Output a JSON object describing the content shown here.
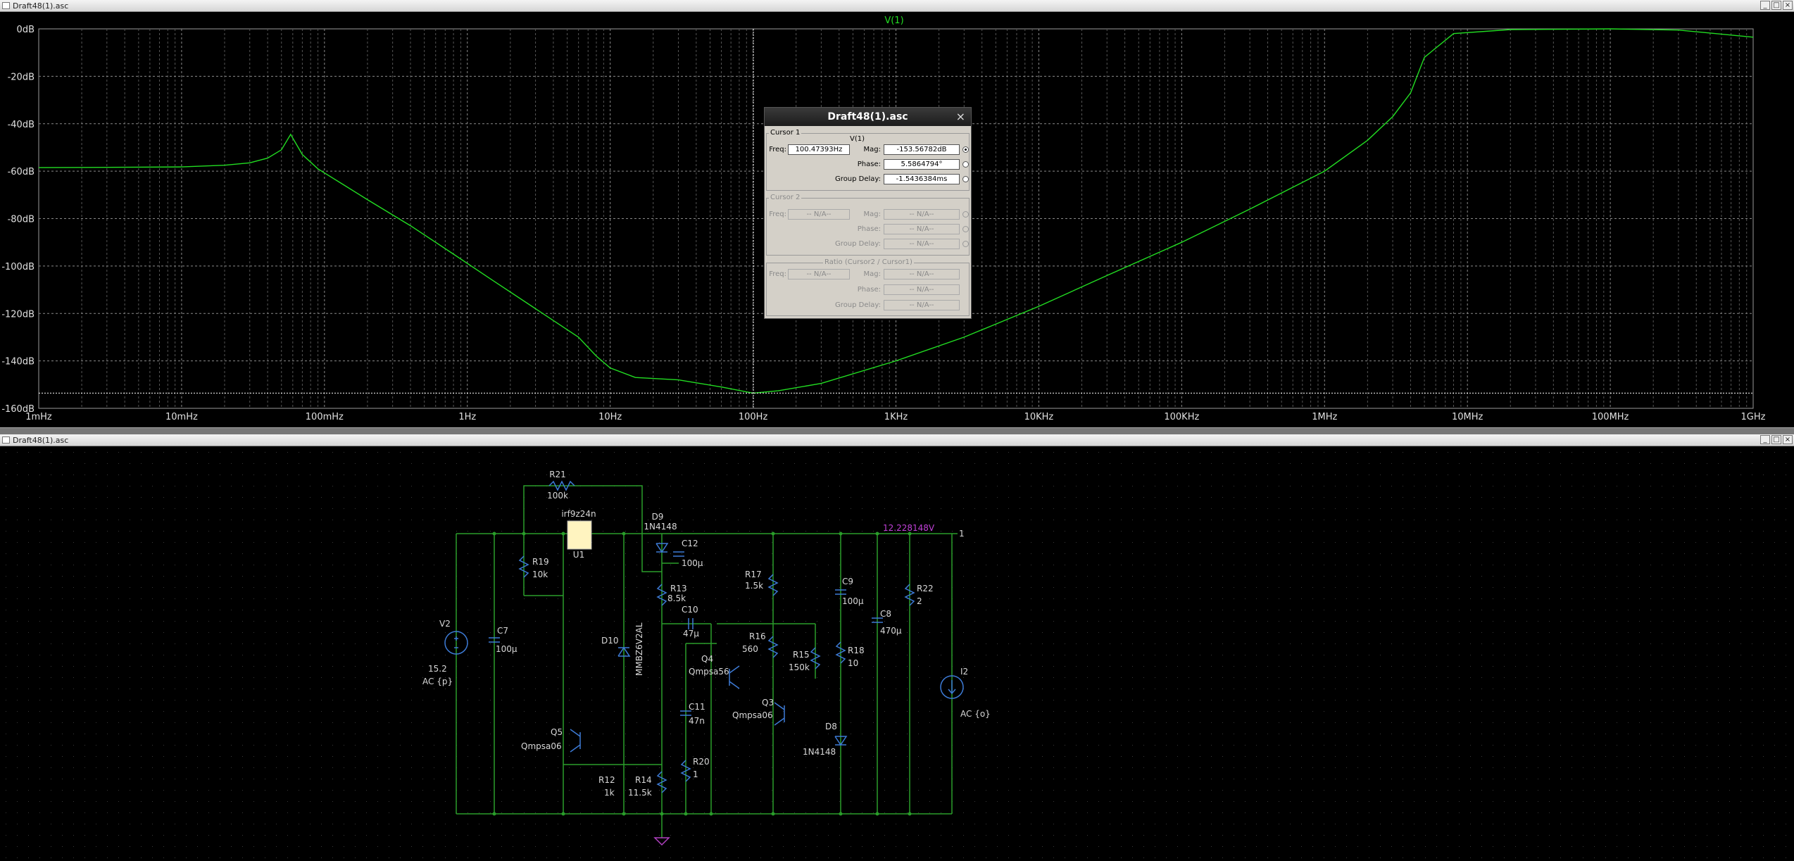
{
  "plot_window": {
    "title": "Draft48(1).asc",
    "buttons": [
      "_",
      "□",
      "×"
    ],
    "trace_label": "V(1)"
  },
  "schematic_window": {
    "title": "Draft48(1).asc",
    "buttons": [
      "_",
      "□",
      "×"
    ]
  },
  "chart_data": {
    "type": "line",
    "x_scale": "log",
    "x_ticks": [
      "1mHz",
      "10mHz",
      "100mHz",
      "1Hz",
      "10Hz",
      "100Hz",
      "1KHz",
      "10KHz",
      "100KHz",
      "1MHz",
      "10MHz",
      "100MHz",
      "1GHz"
    ],
    "y_ticks": [
      "0dB",
      "-20dB",
      "-40dB",
      "-60dB",
      "-80dB",
      "-100dB",
      "-120dB",
      "-140dB",
      "-160dB"
    ],
    "xlim_hz": [
      0.001,
      1000000000
    ],
    "ylim_db": [
      -160,
      0
    ],
    "grid": true,
    "cursor": {
      "freq_hz": 100.47393,
      "mag_db": -153.56782
    },
    "series": [
      {
        "name": "V(1)",
        "color": "#22dd22",
        "x_hz": [
          0.001,
          0.003,
          0.01,
          0.02,
          0.03,
          0.04,
          0.05,
          0.058,
          0.07,
          0.09,
          0.13,
          0.2,
          0.4,
          0.8,
          1.5,
          3,
          6,
          8,
          10,
          15,
          30,
          60,
          100,
          150,
          300,
          1000,
          3000,
          10000,
          30000,
          100000,
          300000,
          1000000,
          2000000,
          3000000,
          4000000,
          5000000,
          8000000,
          20000000,
          100000000,
          300000000,
          1000000000
        ],
        "y_db": [
          -58.5,
          -58.4,
          -58.2,
          -57.5,
          -56.5,
          -54.5,
          -51,
          -44.5,
          -53,
          -59,
          -65,
          -72,
          -83,
          -95,
          -106,
          -118,
          -130,
          -138,
          -143,
          -147,
          -148,
          -151,
          -153.6,
          -152.6,
          -149.5,
          -140,
          -130,
          -117,
          -104,
          -90,
          -76,
          -60,
          -47,
          -37,
          -27,
          -12,
          -2,
          -0.3,
          0,
          -0.5,
          -3.5
        ]
      }
    ]
  },
  "cursor_dialog": {
    "title": "Draft48(1).asc",
    "close": "×",
    "cursor1": {
      "label": "Cursor 1",
      "trace": "V(1)",
      "freq_label": "Freq:",
      "freq": "100.47393Hz",
      "mag_label": "Mag:",
      "mag": "-153.56782dB",
      "phase_label": "Phase:",
      "phase": "5.5864794°",
      "delay_label": "Group Delay:",
      "delay": "-1.5436384ms"
    },
    "cursor2": {
      "label": "Cursor 2",
      "freq_label": "Freq:",
      "freq": "-- N/A--",
      "mag_label": "Mag:",
      "mag": "-- N/A--",
      "phase_label": "Phase:",
      "phase": "-- N/A--",
      "delay_label": "Group Delay:",
      "delay": "-- N/A--"
    },
    "ratio": {
      "label": "Ratio (Cursor2 / Cursor1)",
      "freq_label": "Freq:",
      "freq": "-- N/A--",
      "mag_label": "Mag:",
      "mag": "-- N/A--",
      "phase_label": "Phase:",
      "phase": "-- N/A--",
      "delay_label": "Group Delay:",
      "delay": "-- N/A--"
    }
  },
  "schematic": {
    "R21": "R21",
    "R21_val": "100k",
    "U1_model": "irf9z24n",
    "U1": "U1",
    "D9": "D9",
    "D9_model": "1N4148",
    "C12": "C12",
    "C12_val": "100µ",
    "R19": "R19",
    "R19_val": "10k",
    "R13": "R13",
    "R13_val": "8.5k",
    "C10": "C10",
    "C10_val": "47µ",
    "D10": "D10",
    "D10_model": "MMBZ6V2AL",
    "R17": "R17",
    "R17_val": "1.5k",
    "C9": "C9",
    "C9_val": "100µ",
    "R22": "R22",
    "R22_val": "2",
    "C8": "C8",
    "C8_val": "470µ",
    "net_voltage": "12.228148V",
    "net_name": "1",
    "V2": "V2",
    "V2_val": "15.2",
    "V2_ac": "AC {p}",
    "C7": "C7",
    "C7_val": "100µ",
    "R16": "R16",
    "R16_val": "560",
    "Q4": "Q4",
    "Q4_model": "Qmpsa56",
    "R15": "R15",
    "R15_val": "150k",
    "R18": "R18",
    "R18_val": "10",
    "Q3": "Q3",
    "Q3_model": "Qmpsa06",
    "C11": "C11",
    "C11_val": "47n",
    "D8": "D8",
    "D8_model": "1N4148",
    "I2": "I2",
    "I2_ac": "AC {o}",
    "Q5": "Q5",
    "Q5_model": "Qmpsa06",
    "R20": "R20",
    "R20_val": "1",
    "R12": "R12",
    "R12_val": "1k",
    "R14": "R14",
    "R14_val": "11.5k"
  }
}
